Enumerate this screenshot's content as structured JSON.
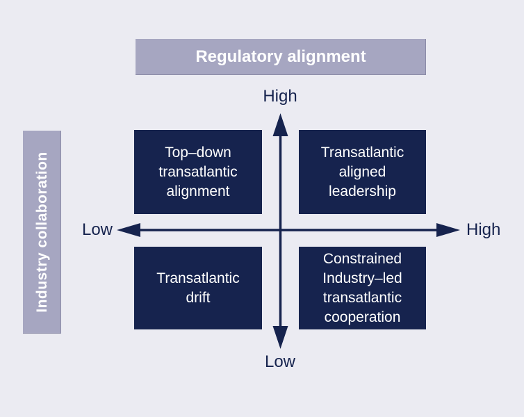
{
  "colors": {
    "background": "#ebebf2",
    "band": "#a6a6c1",
    "band_text": "#ffffff",
    "navy": "#16234e",
    "box_text": "#ffffff"
  },
  "bands": {
    "top": "Regulatory alignment",
    "left": "Industry collaboration"
  },
  "axes": {
    "vertical_top": "High",
    "vertical_bottom": "Low",
    "horizontal_left": "Low",
    "horizontal_right": "High"
  },
  "quadrants": {
    "top_left": "Top–down\ntransatlantic\nalignment",
    "top_right": "Transatlantic\naligned\nleadership",
    "bottom_left": "Transatlantic\ndrift",
    "bottom_right": "Constrained\nIndustry–led\ntransatlantic\ncooperation"
  }
}
